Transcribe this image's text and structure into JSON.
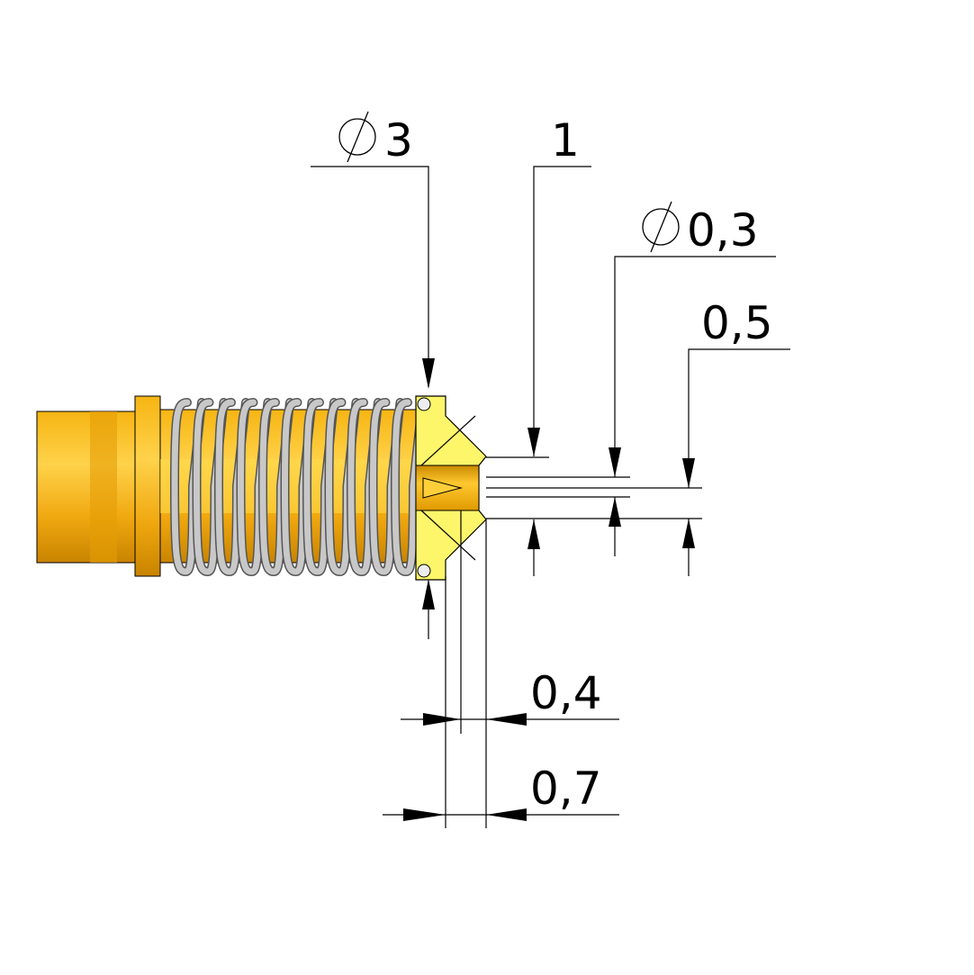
{
  "dimensions": {
    "outer_diameter": {
      "symbol": "∅",
      "value": "3"
    },
    "nozzle_length": {
      "value": "1"
    },
    "orifice_diameter": {
      "symbol": "∅",
      "value": "0,3"
    },
    "tip_flat": {
      "value": "0,5"
    },
    "bore_offset": {
      "value": "0,4"
    },
    "tip_depth": {
      "value": "0,7"
    }
  },
  "colors": {
    "body": "#f5b818",
    "section": "#fdf66a",
    "spring": "#b0b0b0"
  }
}
